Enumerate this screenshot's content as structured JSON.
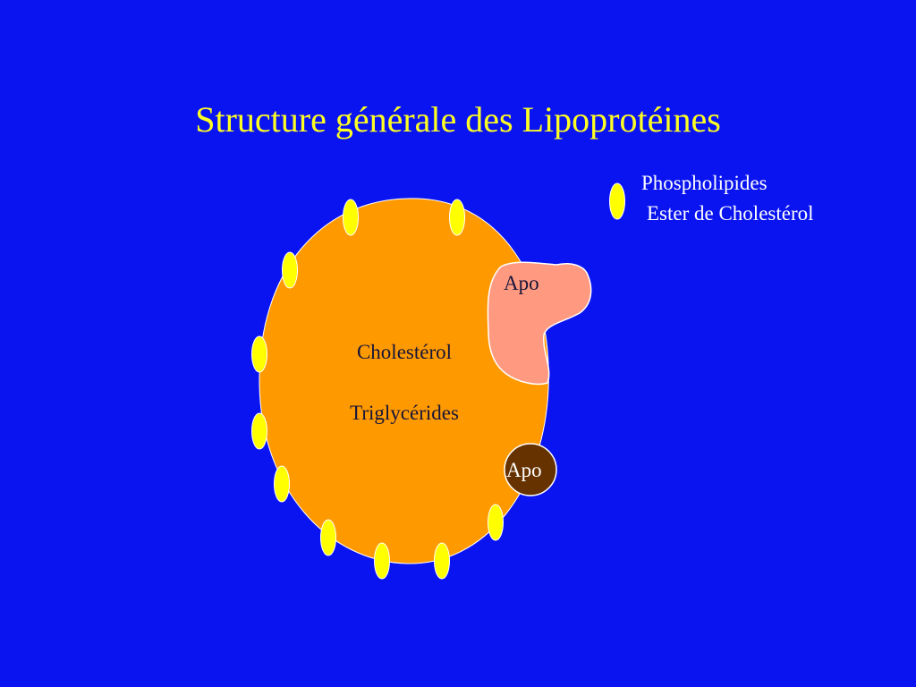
{
  "slide": {
    "title": "Structure générale des Lipoprotéines",
    "legend": {
      "line1": "Phospholipides",
      "line2": "Ester de Cholestérol",
      "marker_icon": "phospholipid-ellipse-icon"
    },
    "core": {
      "label1": "Cholestérol",
      "label2": "Triglycérides"
    },
    "apos": {
      "apo1": "Apo",
      "apo2": "Apo"
    }
  },
  "colors": {
    "background": "#0A14F0",
    "title_text": "#FFFF22",
    "body_text": "#FFFFFF",
    "dark_text": "#15153A",
    "core_fill": "#FF9900",
    "phospholipid_fill": "#FFFF00",
    "apo1_fill": "#FF9980",
    "apo2_fill": "#663300"
  }
}
